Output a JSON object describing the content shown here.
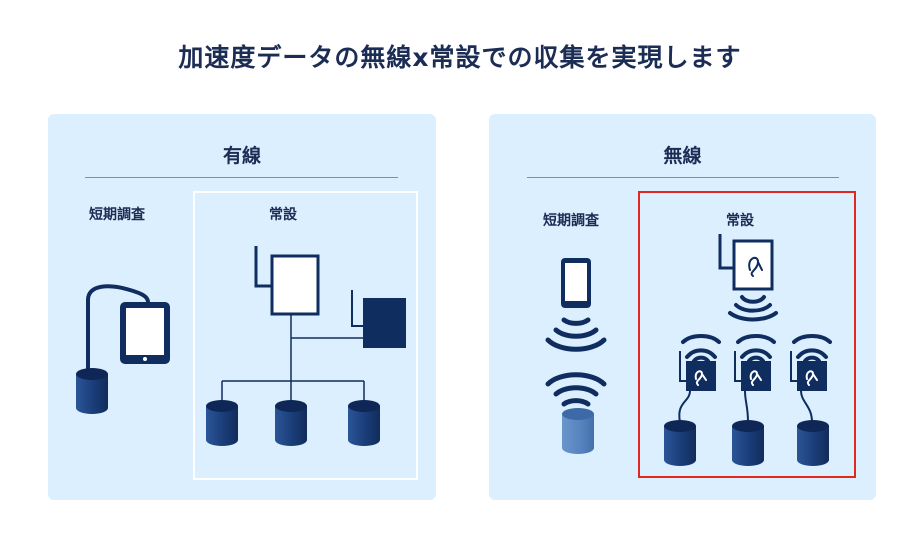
{
  "title": "加速度データの無線x常設での収集を実現します",
  "wired": {
    "heading": "有線",
    "short_term_label": "短期調査",
    "permanent_label": "常設"
  },
  "wireless": {
    "heading": "無線",
    "short_term_label": "短期調査",
    "permanent_label": "常設"
  },
  "colors": {
    "panel_bg": "#dcefff",
    "navy": "#0f2d5f",
    "cylinder_dark": "#1b3f7a",
    "cylinder_light": "#5a87c0",
    "highlight_border": "#e0281e"
  },
  "icons": [
    "tablet-icon",
    "logger-icon",
    "router-icon",
    "sensor-cylinder-icon",
    "smartphone-icon",
    "wifi-waves-icon",
    "wireless-node-icon"
  ]
}
